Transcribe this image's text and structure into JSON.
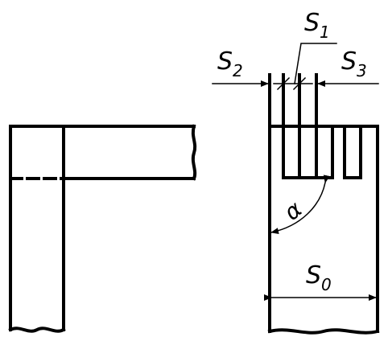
{
  "labels": {
    "s1": {
      "main": "S",
      "sub": "1"
    },
    "s2": {
      "main": "S",
      "sub": "2"
    },
    "s3": {
      "main": "S",
      "sub": "3"
    },
    "s0": {
      "main": "S",
      "sub": "0"
    },
    "alpha": "α"
  },
  "colors": {
    "line": "#000000",
    "background": "#ffffff"
  }
}
